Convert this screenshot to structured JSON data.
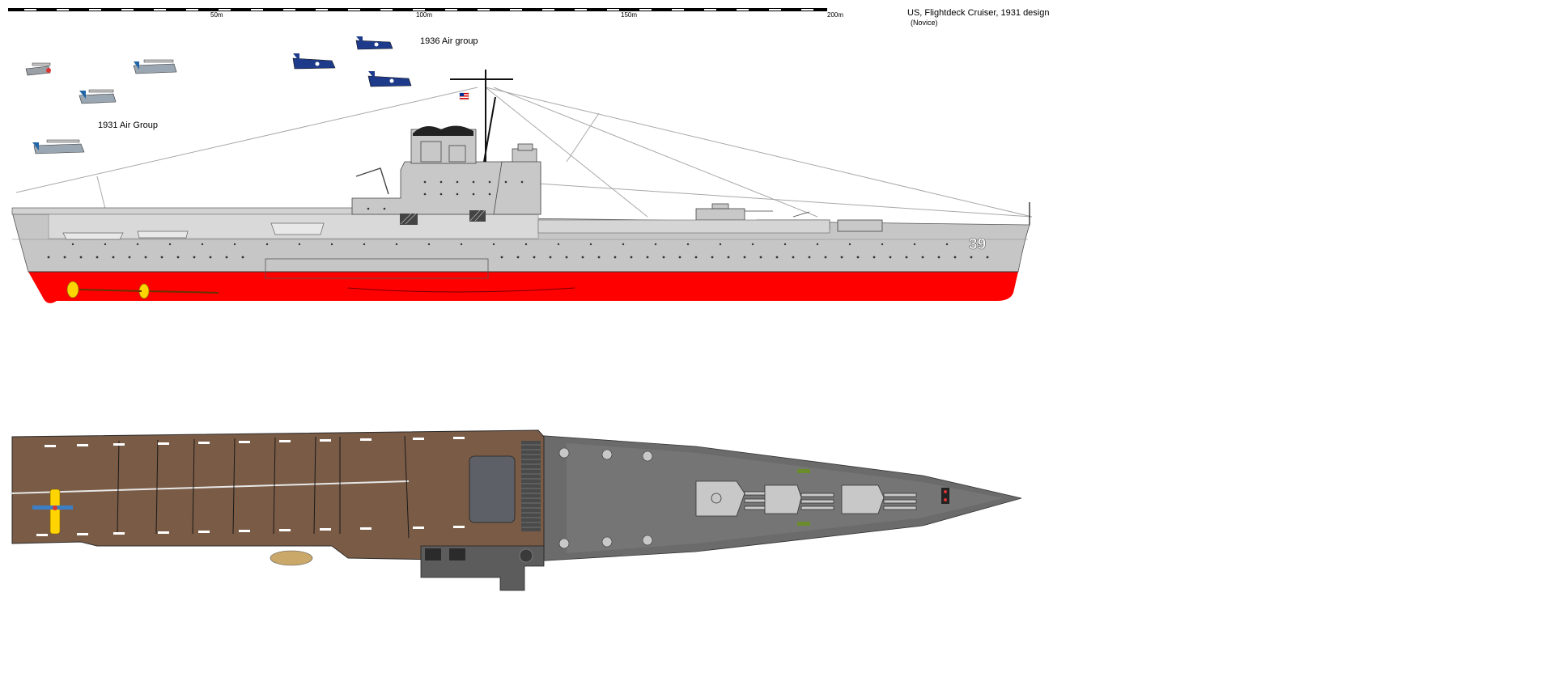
{
  "title": "US, Flightdeck Cruiser, 1931 design",
  "author": "(Novice)",
  "scale": {
    "ticks": [
      "50m",
      "100m",
      "150m",
      "200m"
    ]
  },
  "air_groups": {
    "group_1936": "1936 Air group",
    "group_1931": "1931 Air Group"
  },
  "hull_number": "39",
  "colors": {
    "hull_grey": "#c6c6c6",
    "antifouling_red": "#ff0000",
    "flight_deck_brown": "#7a5b45",
    "deck_grey": "#6b6b6b",
    "propeller_yellow": "#ffd400"
  },
  "icons": [
    "us-flag-icon",
    "biplane-icon",
    "monoplane-icon",
    "propeller-icon"
  ]
}
